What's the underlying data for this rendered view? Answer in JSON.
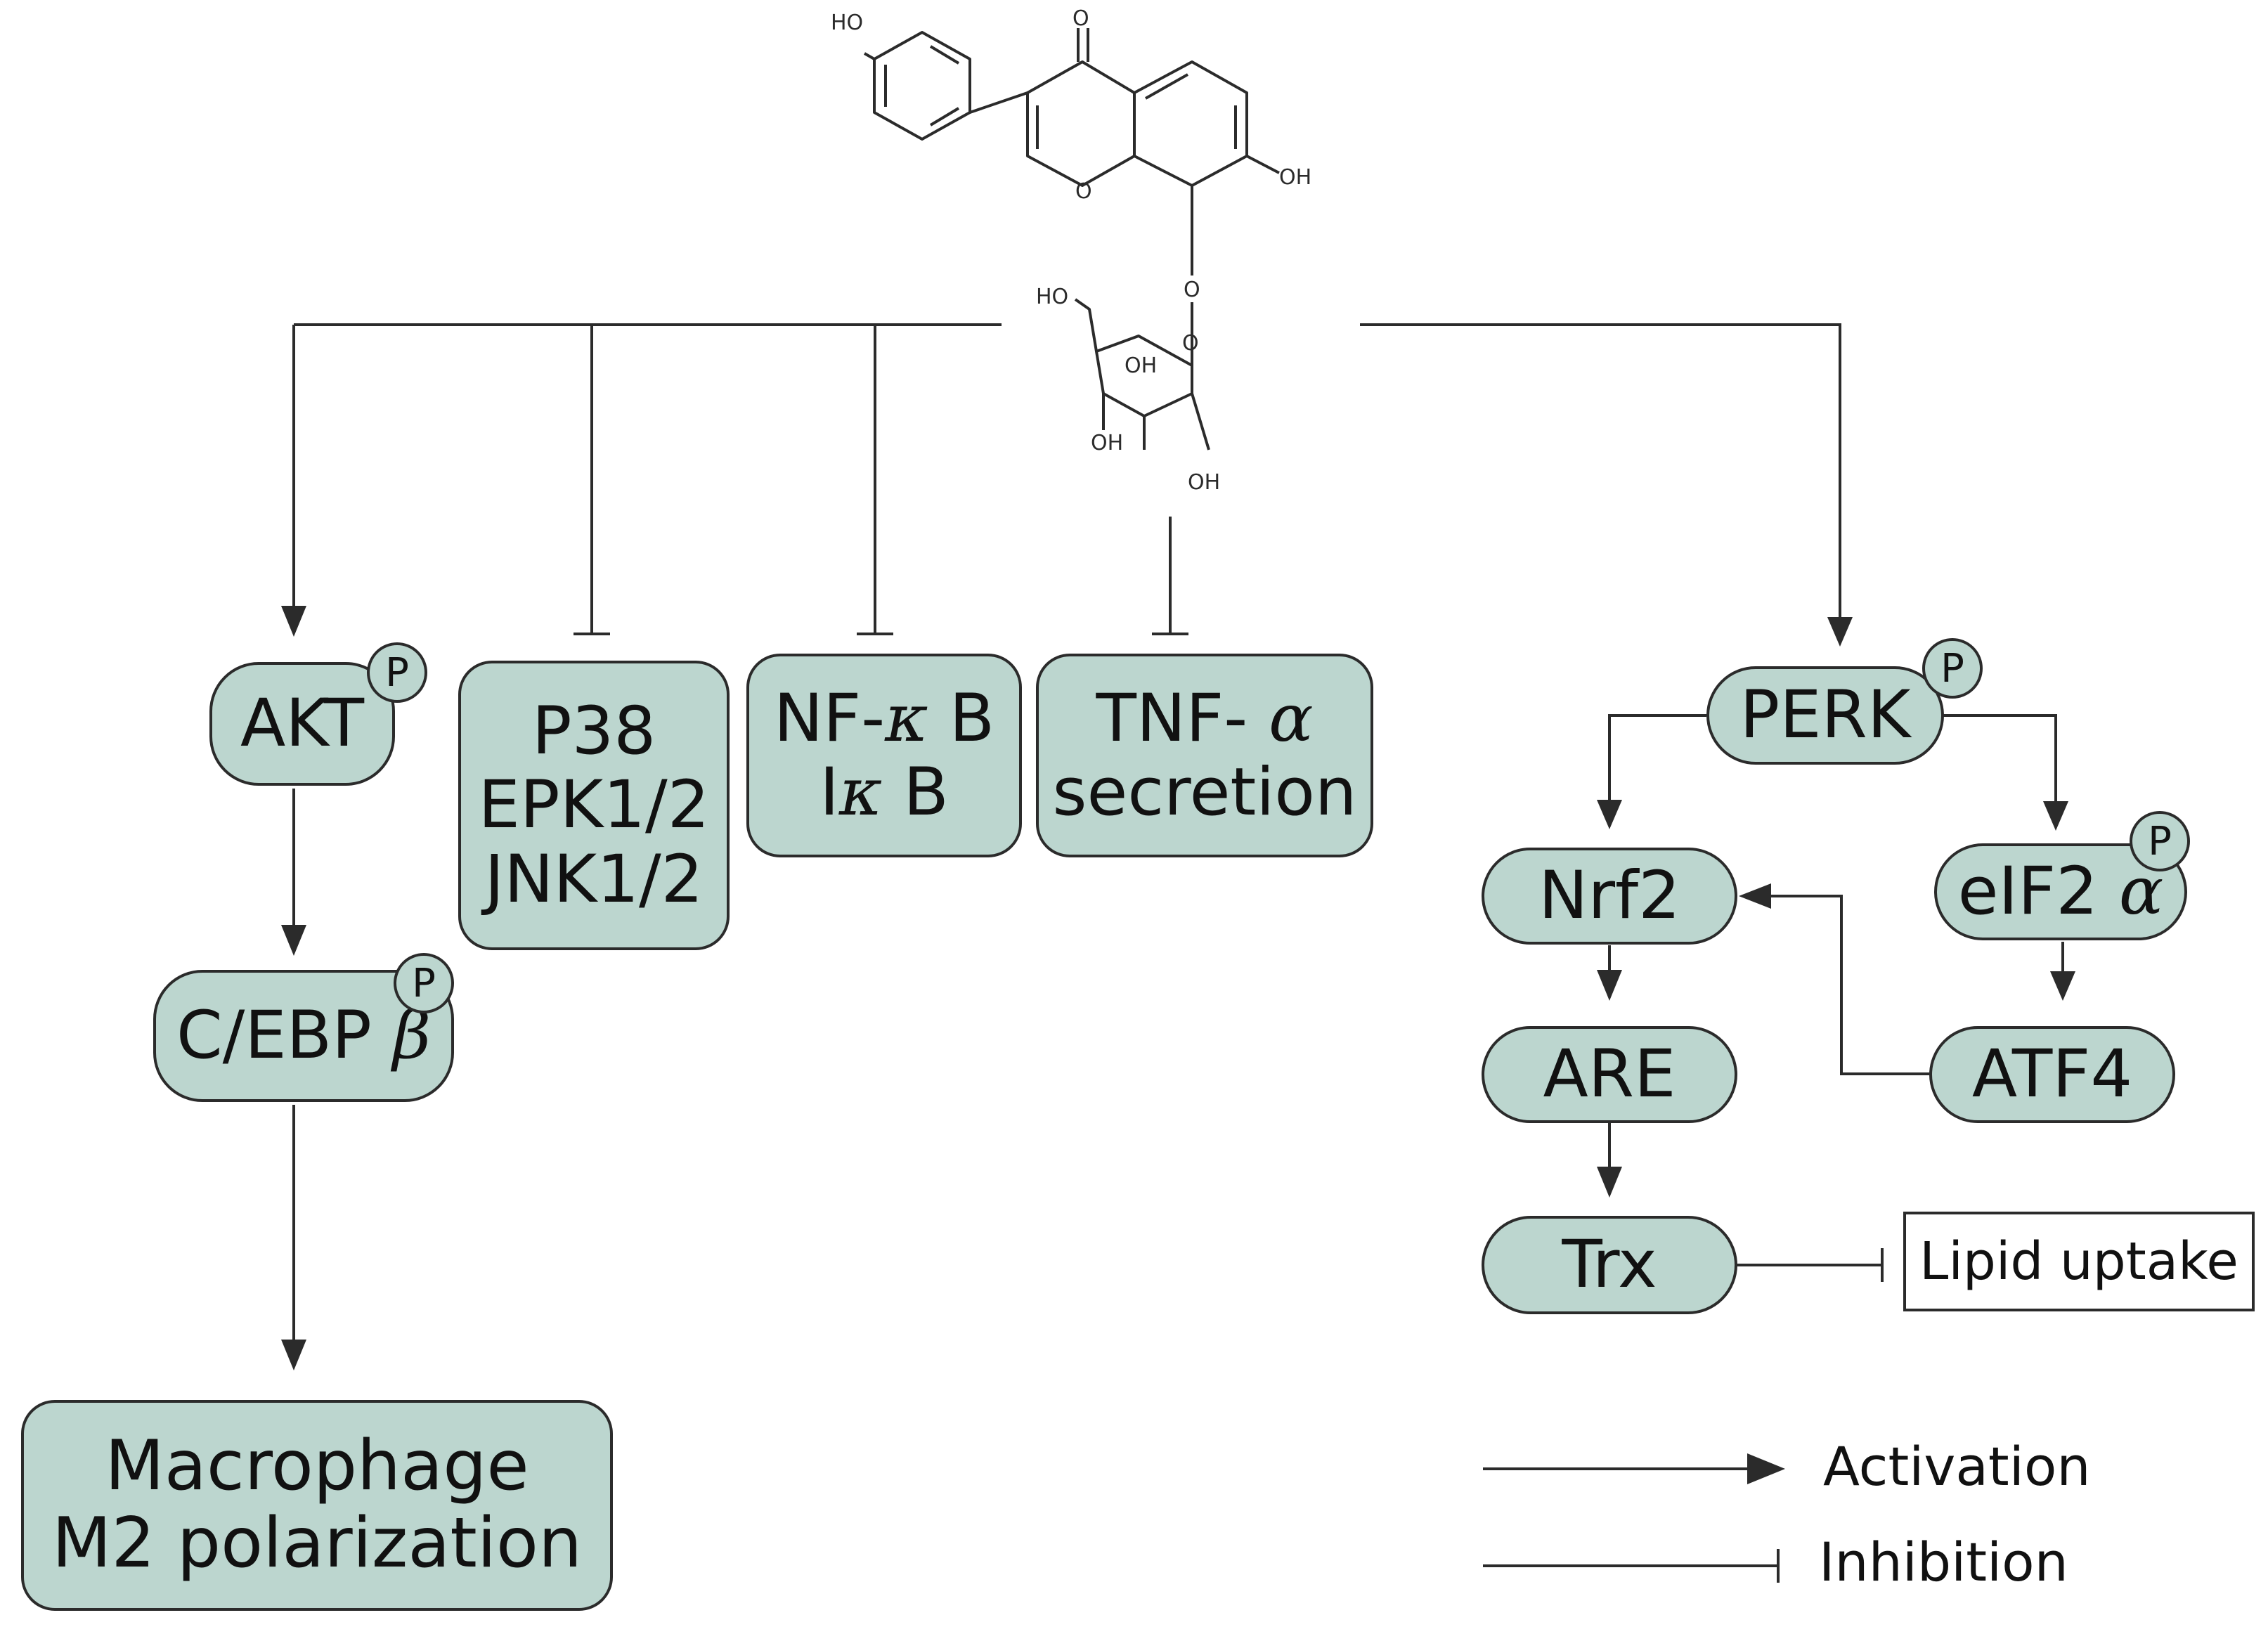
{
  "molecule": {
    "atoms": {
      "ho_top": "HO",
      "o_ketone": "O",
      "oh_right": "OH",
      "o_ring": "O",
      "o_link": "O",
      "ho_sugar": "HO",
      "o_sugar": "O",
      "oh_1": "OH",
      "oh_2": "OH",
      "oh_3": "OH"
    }
  },
  "nodes": {
    "akt": {
      "label": "AKT"
    },
    "p38": {
      "lines": [
        "P38",
        "EPK1/2",
        "JNK1/2"
      ]
    },
    "nfkb": {
      "line1_a": "NF-",
      "line1_greek": "κ",
      "line1_b": " B",
      "line2_a": "I",
      "line2_greek": "κ",
      "line2_b": " B"
    },
    "tnf": {
      "line1_a": "TNF- ",
      "line1_greek": "α",
      "line2": "secretion"
    },
    "perk": {
      "label": "PERK"
    },
    "cebp": {
      "label_a": "C/EBP ",
      "label_greek": "β"
    },
    "nrf2": {
      "label": "Nrf2"
    },
    "eif2a": {
      "label_a": "eIF2 ",
      "label_greek": "α"
    },
    "are": {
      "label": "ARE"
    },
    "atf4": {
      "label": "ATF4"
    },
    "trx": {
      "label": "Trx"
    },
    "lipid": {
      "label": "Lipid uptake"
    },
    "macrophage": {
      "lines": [
        "Macrophage",
        "M2 polarization"
      ]
    }
  },
  "phospho_label": "P",
  "legend": {
    "activation": "Activation",
    "inhibition": "Inhibition"
  },
  "colors": {
    "node_fill": "#bcd6cf",
    "stroke": "#2b2b2b"
  }
}
